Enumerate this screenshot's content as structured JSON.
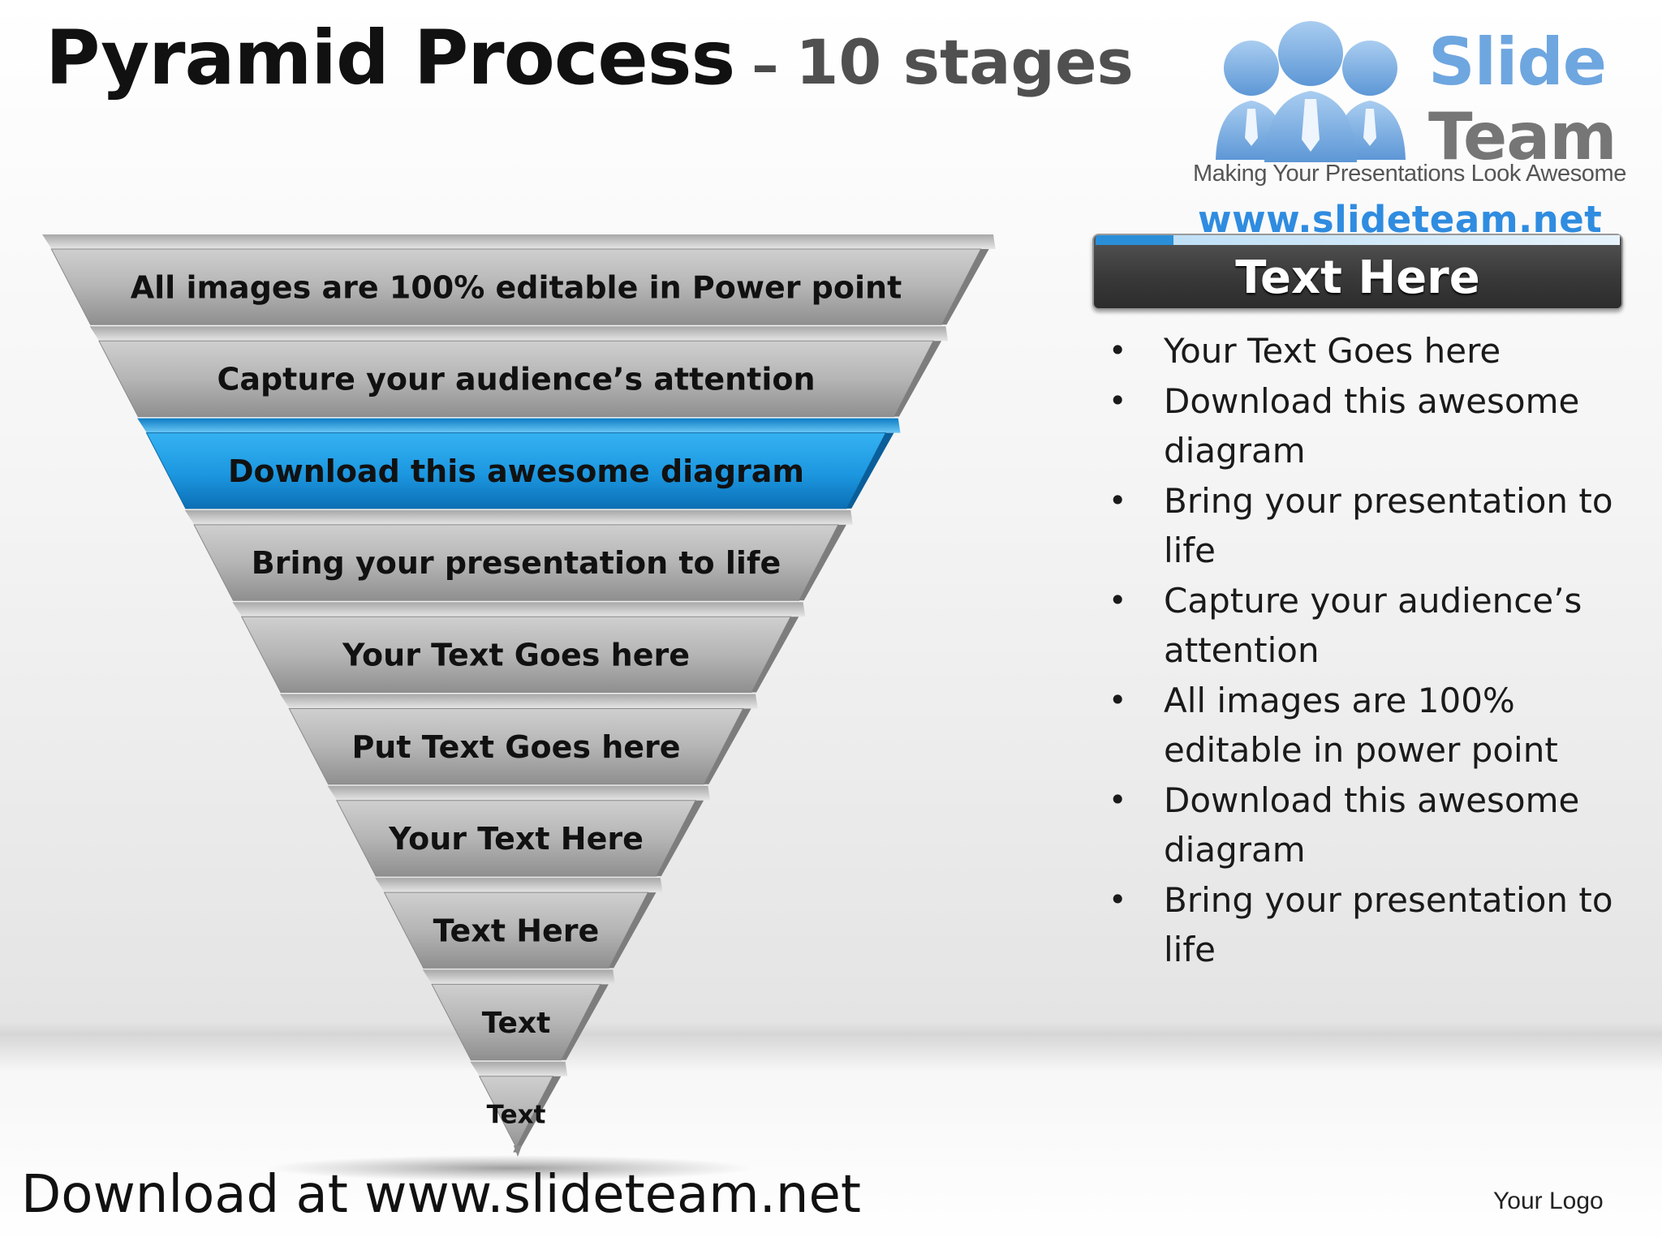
{
  "title": {
    "main": "Pyramid Process",
    "dash": "–",
    "sub": "10 stages"
  },
  "brand": {
    "word1": "Slide",
    "word2": "Team",
    "tagline": "Making Your Presentations Look Awesome",
    "url": "www.slideteam.net",
    "icon": "three-people-logo-icon",
    "colors": {
      "blue": "#6ea6e0",
      "gray": "#767676",
      "url": "#2f8ce0"
    }
  },
  "pyramid": {
    "highlight_color": "#1a98e2",
    "stage_color": "#b4b4b4",
    "stages": [
      {
        "label": "All images are 100% editable in Power point",
        "highlight": false
      },
      {
        "label": "Capture your audience’s  attention",
        "highlight": false
      },
      {
        "label": "Download this awesome diagram",
        "highlight": true
      },
      {
        "label": "Bring your presentation to life",
        "highlight": false
      },
      {
        "label": "Your Text Goes here",
        "highlight": false
      },
      {
        "label": "Put Text Goes here",
        "highlight": false
      },
      {
        "label": "Your Text Here",
        "highlight": false
      },
      {
        "label": "Text Here",
        "highlight": false
      },
      {
        "label": "Text",
        "highlight": false
      },
      {
        "label": "Text",
        "highlight": false
      }
    ]
  },
  "panel": {
    "title": "Text Here",
    "bullet_char": "•",
    "bullets": [
      "Your Text Goes here",
      "Download this awesome diagram",
      "Bring your presentation to life",
      "Capture your audience’s attention",
      "All images are 100% editable in power point",
      "Download this awesome diagram",
      "Bring your presentation to life"
    ]
  },
  "footer": {
    "download": "Download at www.slideteam.net",
    "logo": "Your Logo"
  }
}
